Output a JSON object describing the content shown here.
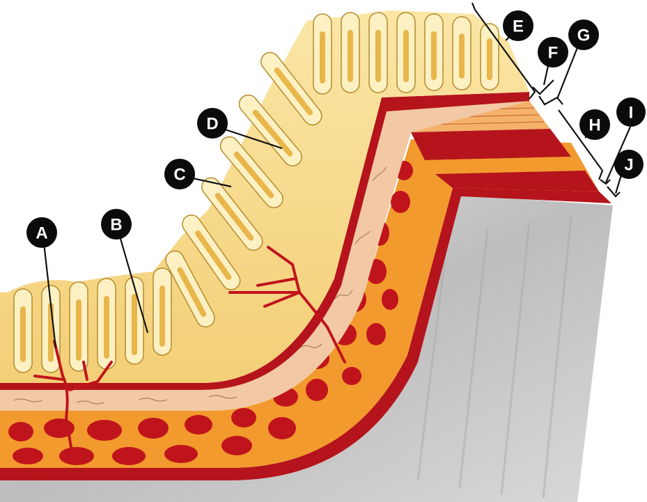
{
  "labels": {
    "A": "A",
    "B": "B",
    "C": "C",
    "D": "D",
    "E": "E",
    "F": "F",
    "G": "G",
    "H": "H",
    "I": "I",
    "J": "J"
  },
  "colors": {
    "mucosa": "#f6d98a",
    "villus_core": "#e9b64a",
    "submucosa": "#f2c9a4",
    "muscle_dark": "#b5141c",
    "muscle_orange": "#f29a2e",
    "serosa": "#c9c9c9"
  }
}
